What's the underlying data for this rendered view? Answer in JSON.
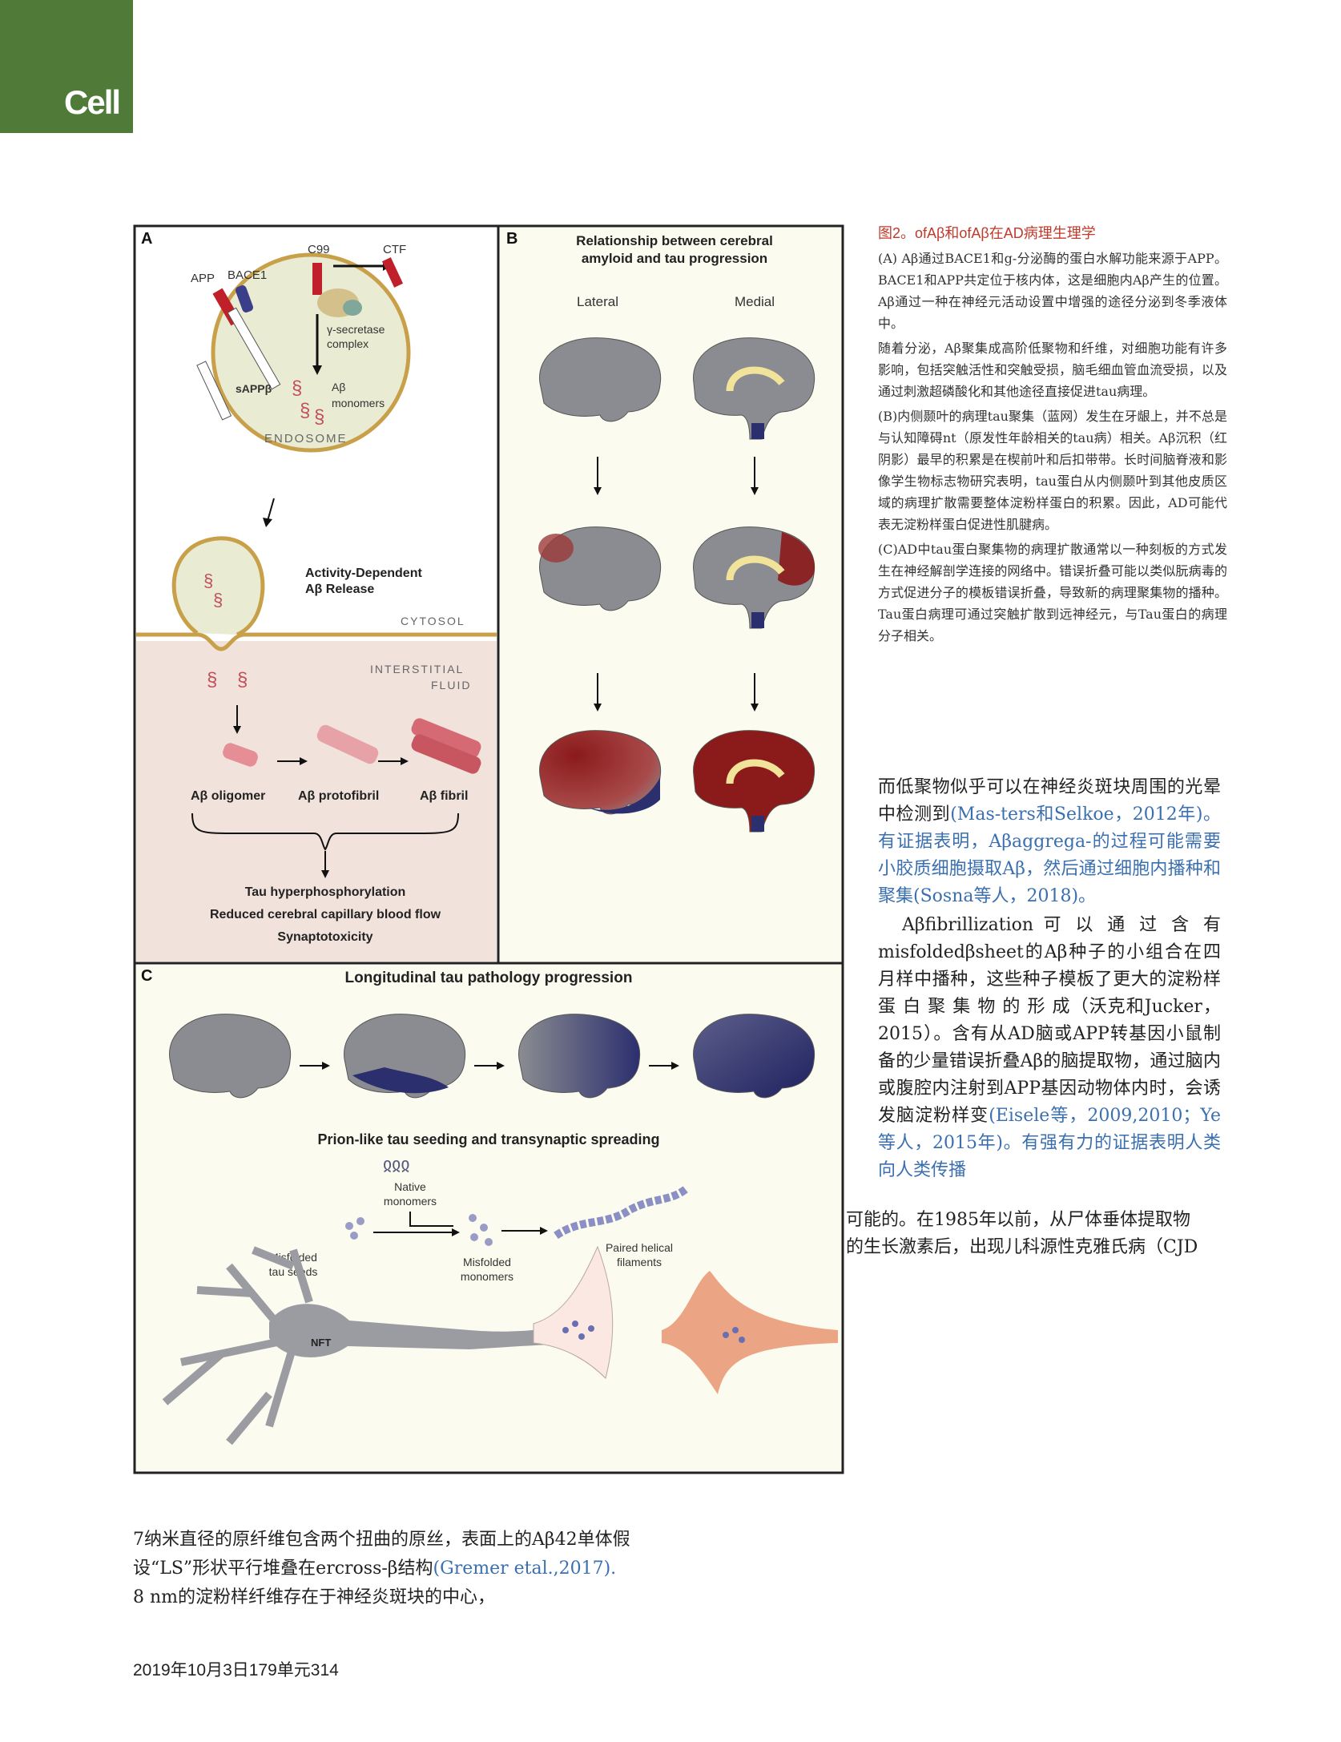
{
  "logo": {
    "text": "Cell",
    "color": "#4f7a37"
  },
  "figure": {
    "panelA": {
      "label": "A",
      "labels": {
        "app": "APP",
        "bace1": "BACE1",
        "c99": "C99",
        "ctf": "CTF",
        "gamma1": "γ-secretase",
        "gamma2": "complex",
        "sapp": "sAPPβ",
        "ab_mono1": "Aβ",
        "ab_mono2": "monomers",
        "endosome": "ENDOSOME",
        "release1": "Activity-Dependent",
        "release2": "Aβ Release",
        "cytosol": "CYTOSOL",
        "isf1": "INTERSTITIAL",
        "isf2": "FLUID",
        "oligomer": "Aβ oligomer",
        "protofibril": "Aβ protofibril",
        "fibril": "Aβ fibril",
        "effect1": "Tau hyperphosphorylation",
        "effect2": "Reduced cerebral capillary blood flow",
        "effect3": "Synaptotoxicity"
      }
    },
    "panelB": {
      "label": "B",
      "title1": "Relationship between cerebral",
      "title2": "amyloid and tau progression",
      "lateral": "Lateral",
      "medial": "Medial"
    },
    "panelC": {
      "label": "C",
      "title": "Longitudinal tau pathology progression",
      "subtitle": "Prion-like tau seeding and transynaptic spreading",
      "native1": "Native",
      "native2": "monomers",
      "misfolded1": "Misfolded",
      "misfolded2": "tau seeds",
      "mismono1": "Misfolded",
      "mismono2": "monomers",
      "phf1": "Paired helical",
      "phf2": "filaments",
      "nft": "NFT"
    },
    "colors": {
      "tau": "#2c2f6e",
      "amyloid": "#8b1a1a",
      "brain": "#8a8c91",
      "endosome": "#e9ecd2",
      "isf": "#f1e2dc"
    }
  },
  "caption": {
    "title": "图2。ofAβ和ofAβ在AD病理生理学",
    "p1": "(A) Aβ通过BACE1和g-分泌酶的蛋白水解功能来源于APP。BACE1和APP共定位于核内体，这是细胞内Aβ产生的位置。Aβ通过一种在神经元活动设置中增强的途径分泌到冬季液体中。",
    "p2": "随着分泌，Aβ聚集成高阶低聚物和纤维，对细胞功能有许多影响，包括突触活性和突触受损，脑毛细血管血流受损，以及通过刺激超磷酸化和其他途径直接促进tau病理。",
    "p3": "(B)内侧颞叶的病理tau聚集（蓝网）发生在牙龈上，并不总是与认知障碍nt（原发性年龄相关的tau病）相关。Aβ沉积（红阴影）最早的积累是在楔前叶和后扣带带。长时间脑脊液和影像学生物标志物研究表明，tau蛋白从内侧颞叶到其他皮质区域的病理扩散需要整体淀粉样蛋白的积累。因此，AD可能代表无淀粉样蛋白促进性肌腱病。",
    "p4": "(C)AD中tau蛋白聚集物的病理扩散通常以一种刻板的方式发生在神经解剖学连接的网络中。错误折叠可能以类似朊病毒的方式促进分子的模板错误折叠，导致新的病理聚集物的播种。Tau蛋白病理可通过突触扩散到远神经元，与Tau蛋白的病理分子相关。"
  },
  "body": {
    "p1_a": "而低聚物似乎可以在神经炎斑块周围的光晕中检测到",
    "p1_link": "(Mas-ters和Selkoe，2012年)。有证据表明，Aβaggrega-的过程可能需要小胶质细胞摄取Aβ，然后通过细胞内播种和聚集(Sosna等人，2018)。",
    "p2_a": "Aβfibrillization 可 以 通 过 含 有 misfoldedβsheet的Aβ种子的小组合在四月样中播种，这些种子模板了更大的淀粉样蛋 白 聚 集 物 的 形 成（沃克和Jucker，2015）。含有从AD脑或APP转基因小鼠制备的少量错误折叠Aβ的脑提取物，通过脑内或腹腔内注射到APP基因动物体内时，会诱发脑淀粉样变",
    "p2_link": "(Eisele等，2009,2010；Ye等人，2015年)。有强有力的证据表明人类向人类传播",
    "p3_line1": "可能的。在1985年以前，从尸体垂体提取物",
    "p3_line2": "的生长激素后，出现儿科源性克雅氏病（CJD"
  },
  "bottom": {
    "line1": "7纳米直径的原纤维包含两个扭曲的原丝，表面上的Aβ42单体假",
    "line2a": "设“LS”形状平行堆叠在ercross-β结构",
    "line2link": "(Gremer etal.,2017).",
    "line3": "8 nm的淀粉样纤维存在于神经炎斑块的中心，"
  },
  "footer": "2019年10月3日179单元314"
}
